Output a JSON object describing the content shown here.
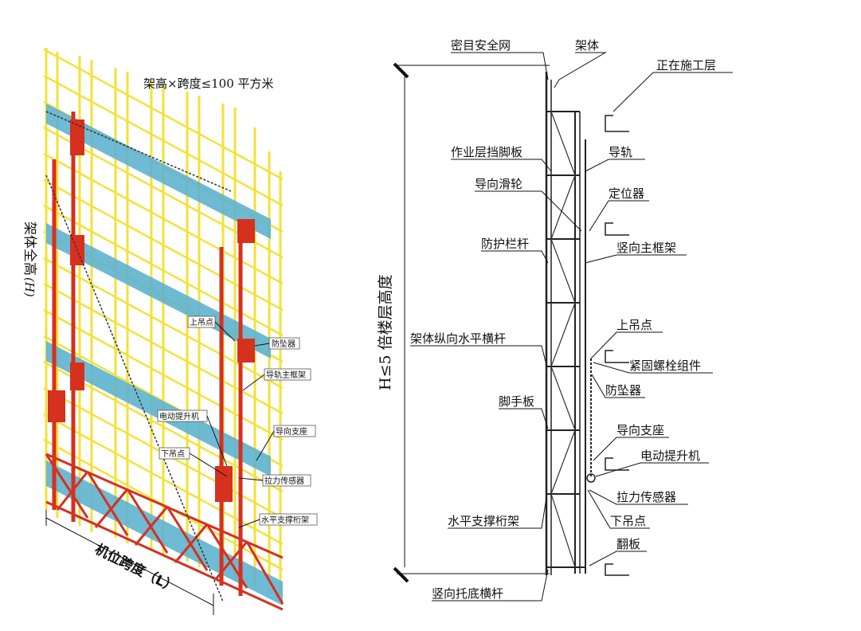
{
  "left": {
    "top_caption": "架高×跨度≤100 平方米",
    "height_label_a": "架体全高",
    "height_label_b": "(H)",
    "width_label": "机位跨度（L）",
    "callouts": {
      "upper_lift_point": "上吊点",
      "anti_fall": "防坠器",
      "guide_main_frame": "导轨主框架",
      "electric_hoist": "电动提升机",
      "guide_support": "导向支座",
      "lower_lift_point": "下吊点",
      "tension_sensor": "拉力传感器",
      "horizontal_truss": "水平支撑桁架"
    },
    "colors": {
      "scaffold": "#f2e23a",
      "frame": "#d6301f",
      "net": "#5fb3cf"
    }
  },
  "right": {
    "height_label": "H≤5 倍楼层高度",
    "labels": {
      "safety_net": "密目安全网",
      "frame_body": "架体",
      "working_floor": "正在施工层",
      "toe_board": "作业层挡脚板",
      "guide_rail": "导轨",
      "guide_pulley": "导向滑轮",
      "locator": "定位器",
      "guard_rail": "防护栏杆",
      "vertical_main_frame": "竖向主框架",
      "upper_lift_point": "上吊点",
      "longitudinal_bar": "架体纵向水平横杆",
      "bolt_assembly": "紧固螺栓组件",
      "anti_fall": "防坠器",
      "scaffold_board": "脚手板",
      "guide_support": "导向支座",
      "electric_hoist": "电动提升机",
      "tension_sensor": "拉力传感器",
      "horizontal_truss": "水平支撑桁架",
      "lower_lift_point": "下吊点",
      "flap_board": "翻板",
      "bottom_bar": "竖向托底横杆"
    }
  }
}
